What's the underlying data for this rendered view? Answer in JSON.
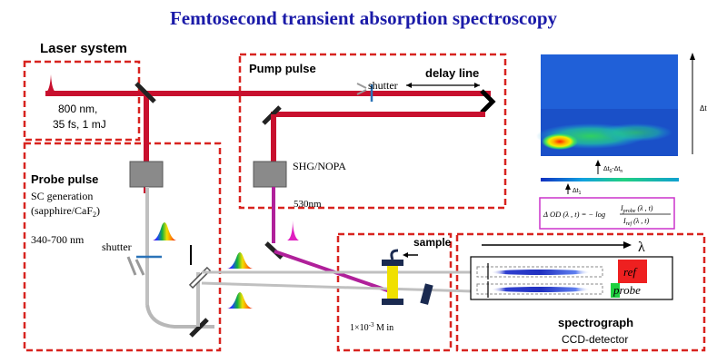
{
  "title": "Femtosecond transient absorption spectroscopy",
  "laser": {
    "heading": "Laser system",
    "spec_line1": "800 nm,",
    "spec_line2": "35 fs, 1 mJ"
  },
  "pump": {
    "heading": "Pump pulse",
    "shutter": "shutter",
    "delay_line": "delay line",
    "converter": "SHG/NOPA",
    "wavelength": "530nm"
  },
  "probe": {
    "heading": "Probe pulse",
    "sc_line1": "SC generation",
    "sc_line2": "(sapphire/CaF",
    "sc_sub": "2",
    "sc_close": ")",
    "range": "340-700  nm",
    "shutter": "shutter"
  },
  "sample": {
    "label": "sample",
    "concentration_prefix": "1×10",
    "concentration_exp": "-3",
    "concentration_suffix": " M in"
  },
  "spectrograph": {
    "lambda": "λ",
    "ref": "ref",
    "probe": "probe",
    "heading": "spectrograph",
    "detector": "CCD-detector"
  },
  "plot": {
    "axis_label": "Δt",
    "t0_label": "Δt",
    "t0_sub": "0",
    "t0_mid": "-Δt",
    "t0_sub2": "n",
    "t1_label": "Δt",
    "t1_sub": "1"
  },
  "formula": {
    "lhs": "Δ OD (λ , t) = − log",
    "numerator_i": "I",
    "numerator_sub": "probe",
    "numerator_arg": " (λ , t)",
    "denominator_i": "I",
    "denominator_sub": "ref",
    "denominator_arg": " (λ , t)"
  },
  "colors": {
    "frame": "#d8231f",
    "beam_red": "#c8102e",
    "beam_pump": "#b0209a",
    "title": "#1a1aa8",
    "formula_border": "#cc33cc"
  }
}
